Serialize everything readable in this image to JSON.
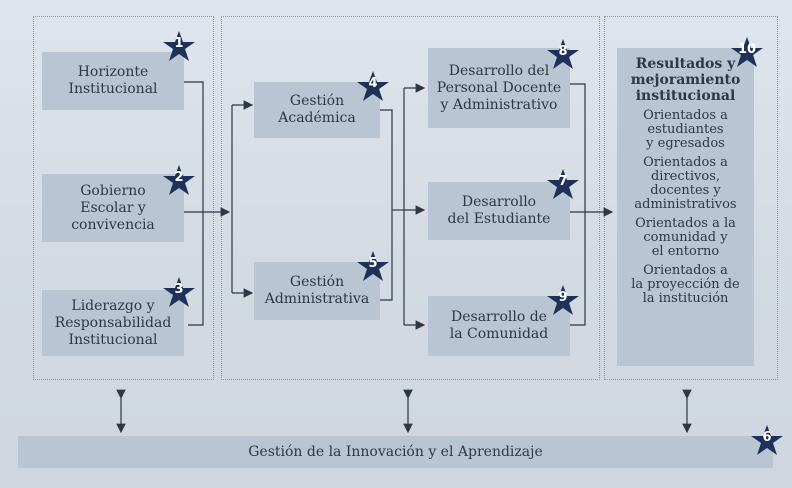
{
  "components": {
    "horizonte": {
      "label": "Horizonte\nInstitucional",
      "num": "1"
    },
    "gobierno": {
      "label": "Gobierno\nEscolar y\nconvivencia",
      "num": "2"
    },
    "liderazgo": {
      "label": "Liderazgo y\nResponsabilidad\nInstitucional",
      "num": "3"
    },
    "academica": {
      "label": "Gestión\nAcadémica",
      "num": "4"
    },
    "administrativa": {
      "label": "Gestión\nAdministrativa",
      "num": "5"
    },
    "innovacion": {
      "label": "Gestión de la Innovación y el Aprendizaje",
      "num": "6"
    },
    "estudiante": {
      "label": "Desarrollo\ndel Estudiante",
      "num": "7"
    },
    "personal": {
      "label": "Desarrollo del\nPersonal Docente\ny Administrativo",
      "num": "8"
    },
    "comunidad": {
      "label": "Desarrollo de\nla Comunidad",
      "num": "9"
    },
    "resultados": {
      "title": "Resultados y\nmejoramiento\ninstitucional",
      "num": "10",
      "items": [
        "Orientados a\nestudiantes\ny egresados",
        "Orientados a\ndirectivos,\ndocentes y\nadministrativos",
        "Orientados a la\ncomunidad y\nel entorno",
        "Orientados a\nla proyección de\nla institución"
      ]
    }
  },
  "colors": {
    "box": "#b9c5d2",
    "star": "#1f3158",
    "line": "#2e3744"
  }
}
